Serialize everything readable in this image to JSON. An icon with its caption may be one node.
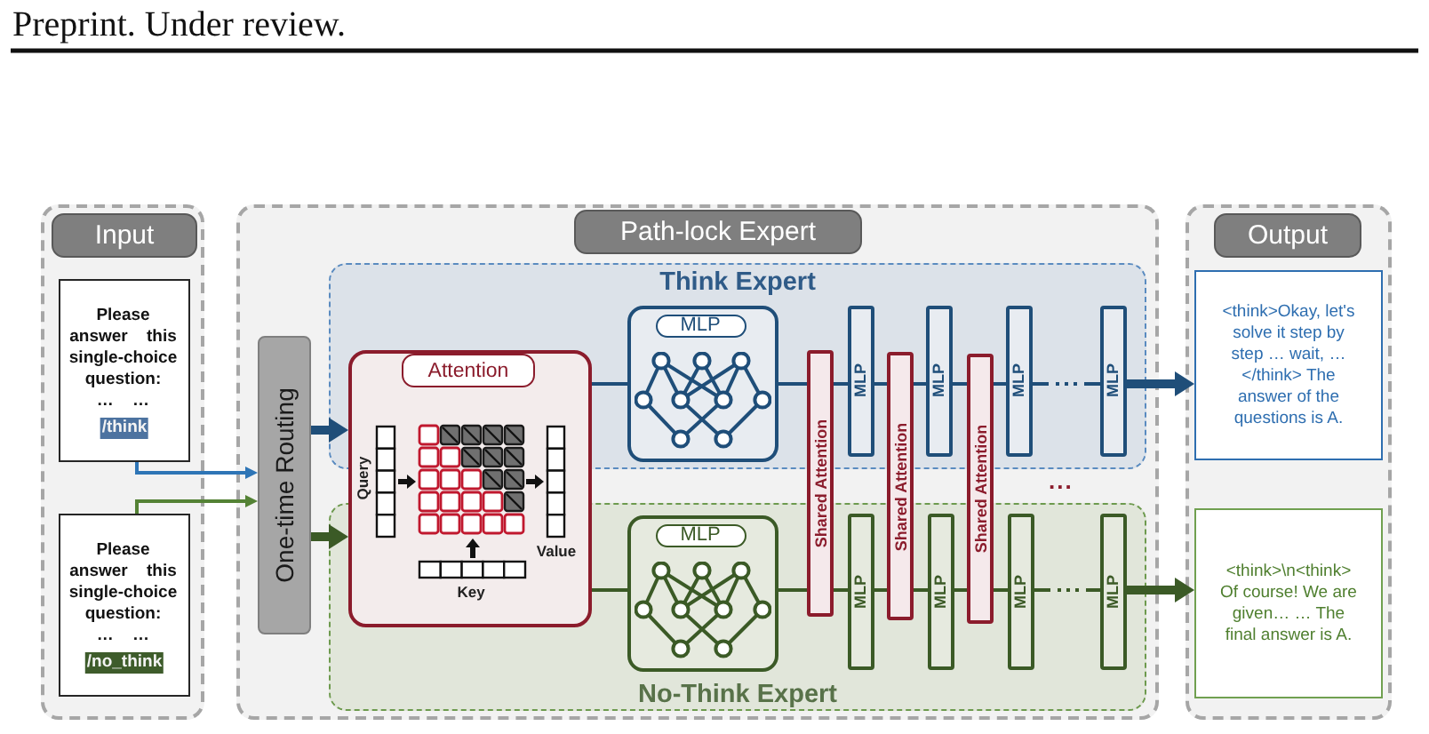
{
  "diagram": {
    "nodes": [
      {
        "text": [
          "Input"
        ]
      },
      {
        "text": [
          "Please answer this single-choice question: … …",
          "/think"
        ],
        "in": 0
      },
      {
        "text": [
          "Please answer this single-choice question: … …",
          "/no_think"
        ],
        "in": 0
      },
      {
        "text": [
          "Path-lock Expert"
        ]
      },
      {
        "text": [
          "One-time Routing"
        ],
        "in": 3
      },
      {
        "text": [
          "Think Expert"
        ],
        "in": 3
      },
      {
        "text": [
          "No-Think Expert"
        ],
        "in": 3
      },
      {
        "text": [
          "Attention",
          "Query",
          "Value",
          "Key"
        ],
        "in": 3
      },
      {
        "text": [
          "MLP"
        ],
        "in": 5
      },
      {
        "text": [
          "MLP"
        ],
        "in": 5
      },
      {
        "text": [
          "MLP"
        ],
        "in": 5
      },
      {
        "text": [
          "MLP"
        ],
        "in": 5
      },
      {
        "text": [
          "MLP"
        ],
        "in": 5
      },
      {
        "text": [
          "Shared Attention"
        ],
        "in": 3
      },
      {
        "text": [
          "Shared Attention"
        ],
        "in": 3
      },
      {
        "text": [
          "Shared Attention"
        ],
        "in": 3
      },
      {
        "text": [
          "MLP"
        ],
        "in": 6
      },
      {
        "text": [
          "MLP"
        ],
        "in": 6
      },
      {
        "text": [
          "MLP"
        ],
        "in": 6
      },
      {
        "text": [
          "MLP"
        ],
        "in": 6
      },
      {
        "text": [
          "MLP"
        ],
        "in": 6
      },
      {
        "text": [
          "Output"
        ]
      },
      {
        "text": [
          "<think>Okay, let's solve it step by step … wait, …</think> The answer of the questions is A."
        ],
        "in": 21
      },
      {
        "text": [
          "<think>\\n<think> Of course! We are given… … The final answer is A."
        ],
        "in": 21
      }
    ],
    "edges": [
      {
        "from": 1,
        "to": 4,
        "arrow": "to",
        "color": "#2e75b6"
      },
      {
        "from": 2,
        "to": 4,
        "arrow": "to",
        "color": "#548235"
      },
      {
        "from": 4,
        "to": 7,
        "arrow": "to",
        "style": "thick"
      },
      {
        "from": 4,
        "to": 7,
        "arrow": "to",
        "style": "thick",
        "color": "#3b5a26"
      },
      {
        "from": 7,
        "to": 8,
        "arrow": "none"
      },
      {
        "from": 8,
        "to": 13,
        "arrow": "none"
      },
      {
        "from": 13,
        "to": 9,
        "arrow": "none"
      },
      {
        "from": 9,
        "to": 14,
        "arrow": "none"
      },
      {
        "from": 14,
        "to": 10,
        "arrow": "none"
      },
      {
        "from": 10,
        "to": 15,
        "arrow": "none"
      },
      {
        "from": 15,
        "to": 11,
        "arrow": "none"
      },
      {
        "from": 11,
        "to": 12,
        "arrow": "none",
        "style": "dashed"
      },
      {
        "from": 12,
        "to": 22,
        "arrow": "to",
        "style": "thick"
      },
      {
        "from": 7,
        "to": 16,
        "arrow": "none",
        "color": "#3b5a26"
      },
      {
        "from": 16,
        "to": 13,
        "arrow": "none",
        "color": "#3b5a26"
      },
      {
        "from": 13,
        "to": 17,
        "arrow": "none",
        "color": "#3b5a26"
      },
      {
        "from": 17,
        "to": 14,
        "arrow": "none",
        "color": "#3b5a26"
      },
      {
        "from": 14,
        "to": 18,
        "arrow": "none",
        "color": "#3b5a26"
      },
      {
        "from": 18,
        "to": 15,
        "arrow": "none",
        "color": "#3b5a26"
      },
      {
        "from": 15,
        "to": 19,
        "arrow": "none",
        "color": "#3b5a26"
      },
      {
        "from": 19,
        "to": 20,
        "arrow": "none",
        "style": "dashed",
        "color": "#3b5a26"
      },
      {
        "from": 20,
        "to": 23,
        "arrow": "to",
        "style": "thick",
        "color": "#3b5a26"
      }
    ],
    "labels": [
      "Preprint. Under review.",
      "..."
    ]
  }
}
